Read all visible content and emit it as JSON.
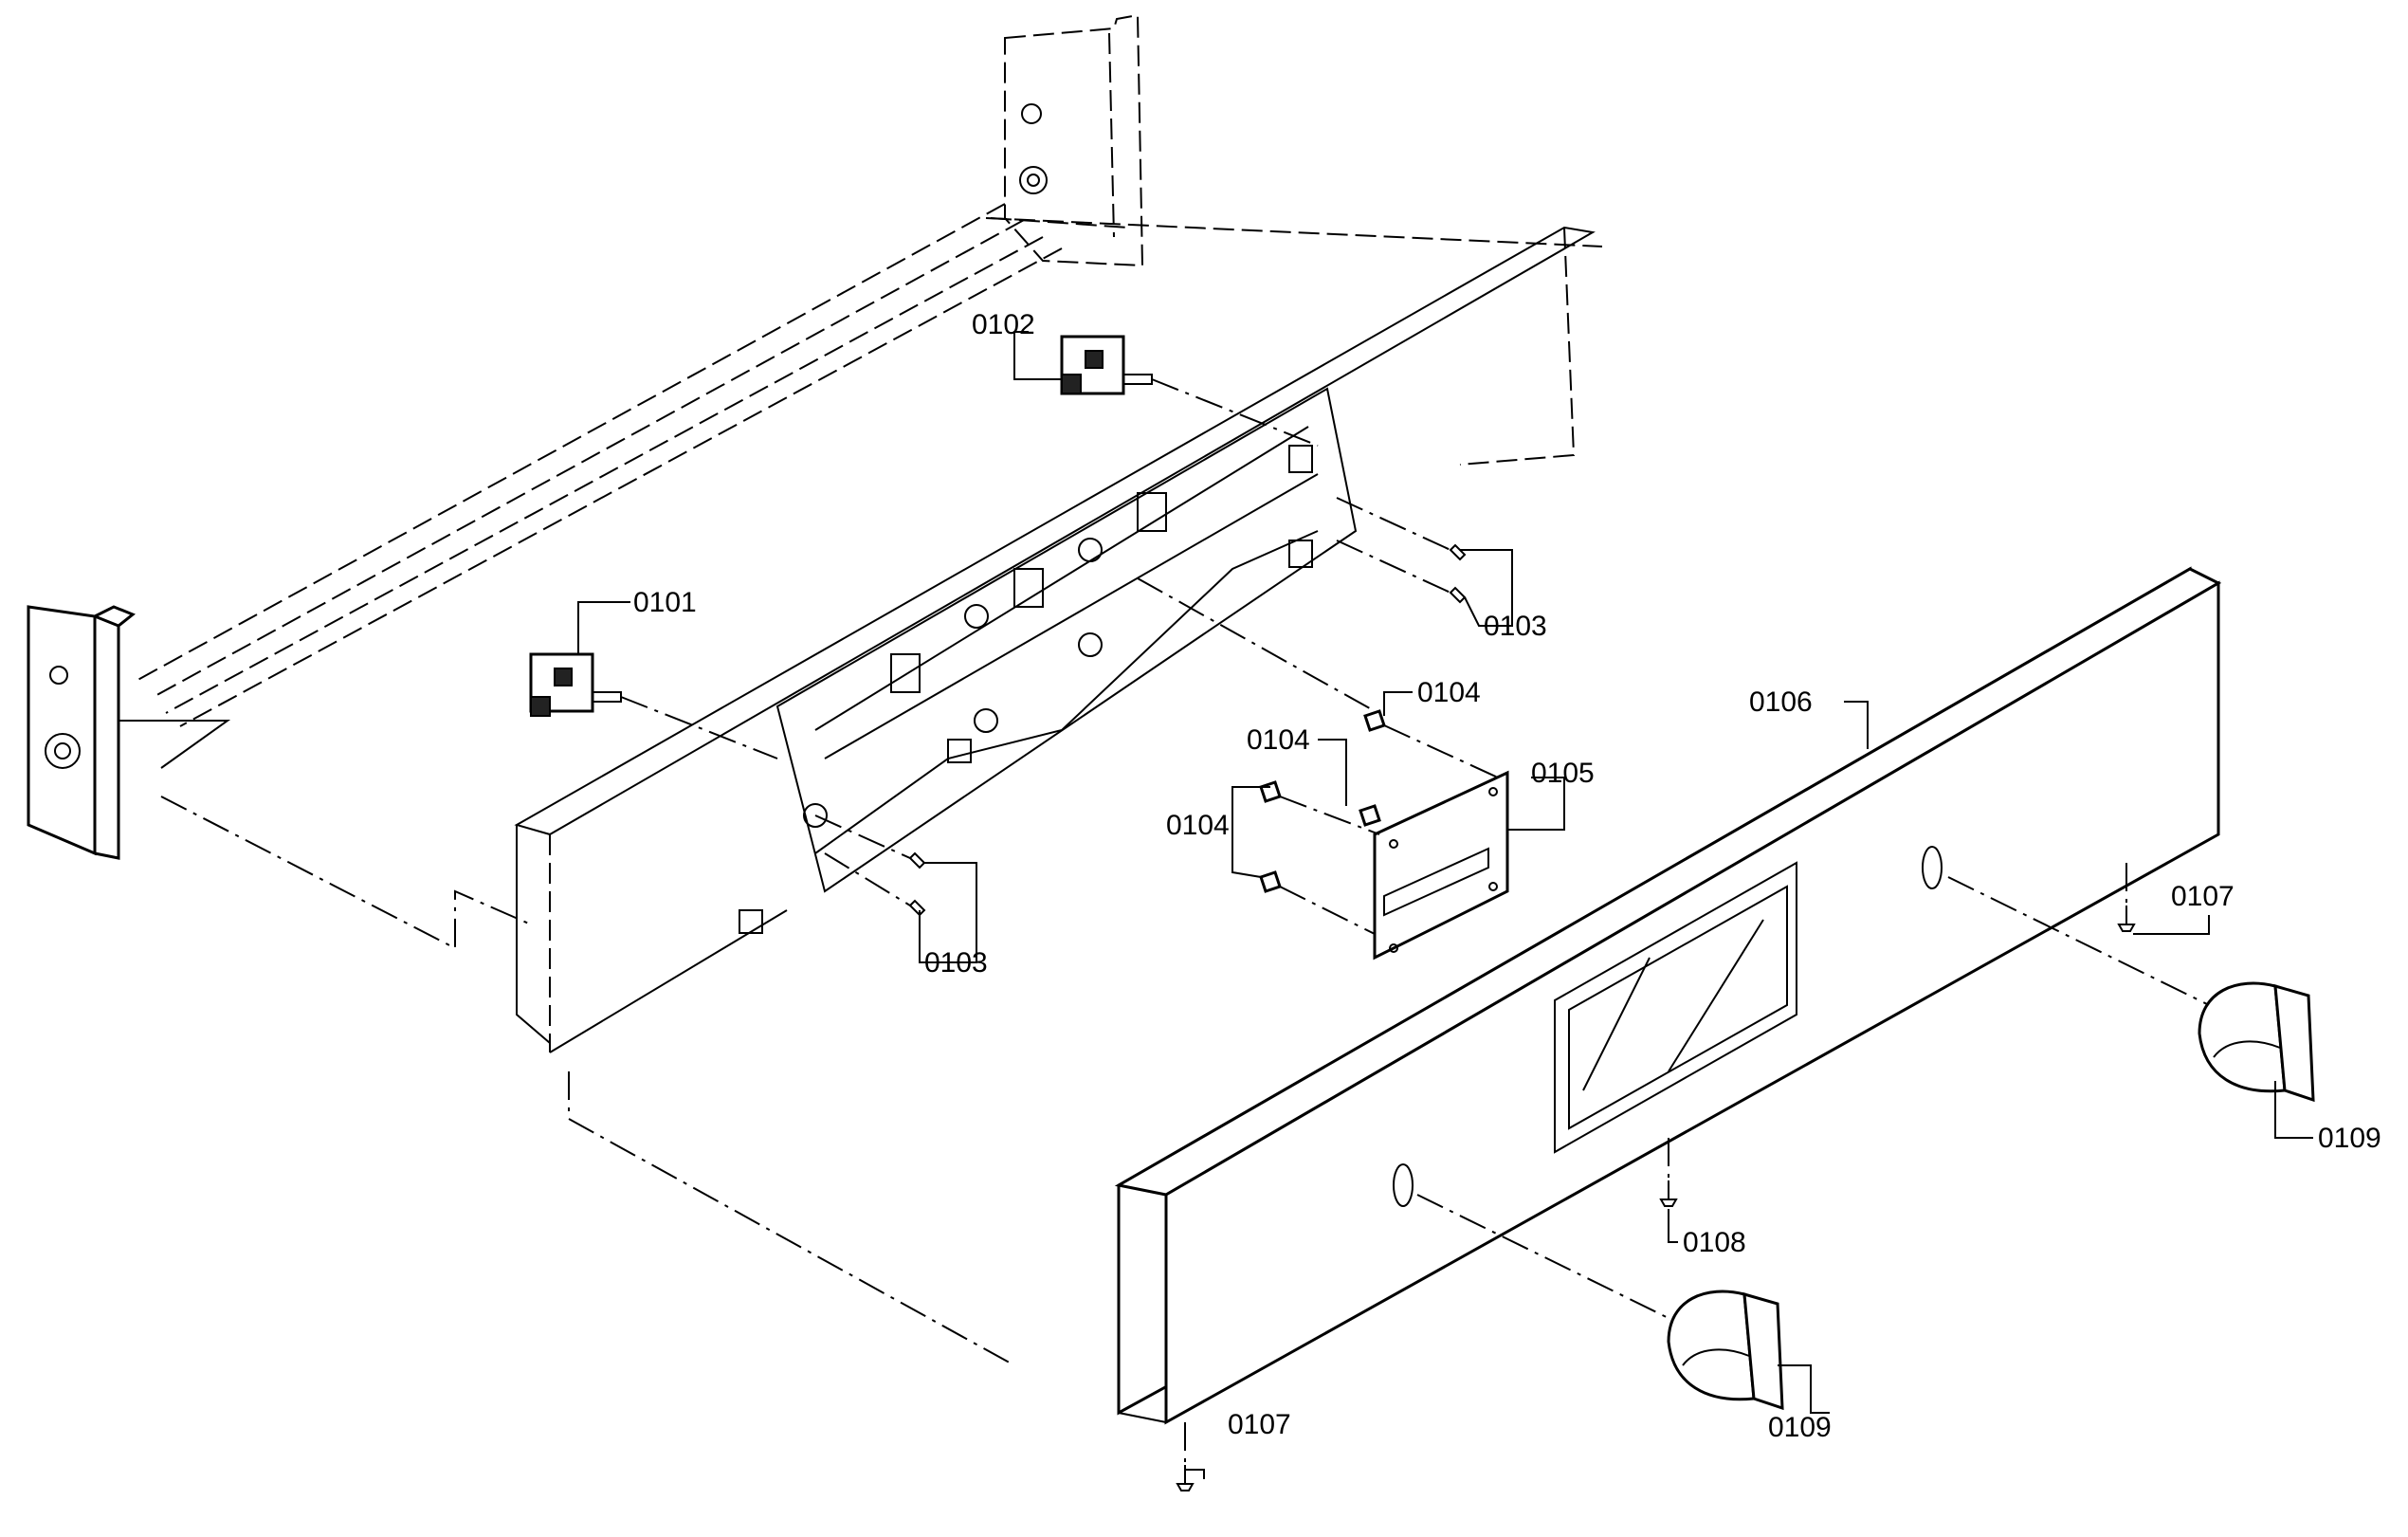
{
  "parts": [
    {
      "id": "p0101",
      "label": "0101"
    },
    {
      "id": "p0102",
      "label": "0102"
    },
    {
      "id": "p0103a",
      "label": "0103"
    },
    {
      "id": "p0103b",
      "label": "0103"
    },
    {
      "id": "p0104a",
      "label": "0104"
    },
    {
      "id": "p0104b",
      "label": "0104"
    },
    {
      "id": "p0104c",
      "label": "0104"
    },
    {
      "id": "p0105",
      "label": "0105"
    },
    {
      "id": "p0106",
      "label": "0106"
    },
    {
      "id": "p0107a",
      "label": "0107"
    },
    {
      "id": "p0107b",
      "label": "0107"
    },
    {
      "id": "p0108",
      "label": "0108"
    },
    {
      "id": "p0109a",
      "label": "0109"
    },
    {
      "id": "p0109b",
      "label": "0109"
    }
  ]
}
